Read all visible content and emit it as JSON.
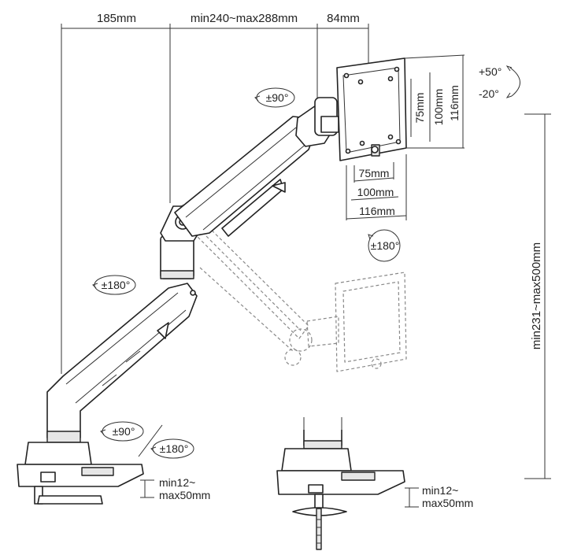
{
  "dimensions": {
    "top_left": "185mm",
    "top_middle": "min240~max288mm",
    "top_right": "84mm",
    "vesa_h_small": "75mm",
    "vesa_h_mid": "100mm",
    "vesa_h_large": "116mm",
    "vesa_v_small": "75mm",
    "vesa_v_mid": "100mm",
    "vesa_v_large": "116mm",
    "height_range": "min231~max500mm",
    "clamp_left_line1": "min12~",
    "clamp_left_line2": "max50mm",
    "clamp_right_line1": "min12~",
    "clamp_right_line2": "max50mm"
  },
  "rotations": {
    "head_swivel": "±90°",
    "tilt_up": "+50°",
    "tilt_down": "-20°",
    "screen_rotate": "±180°",
    "elbow_rotate": "±180°",
    "base_rotate_a": "±90°",
    "base_rotate_b": "±180°"
  }
}
